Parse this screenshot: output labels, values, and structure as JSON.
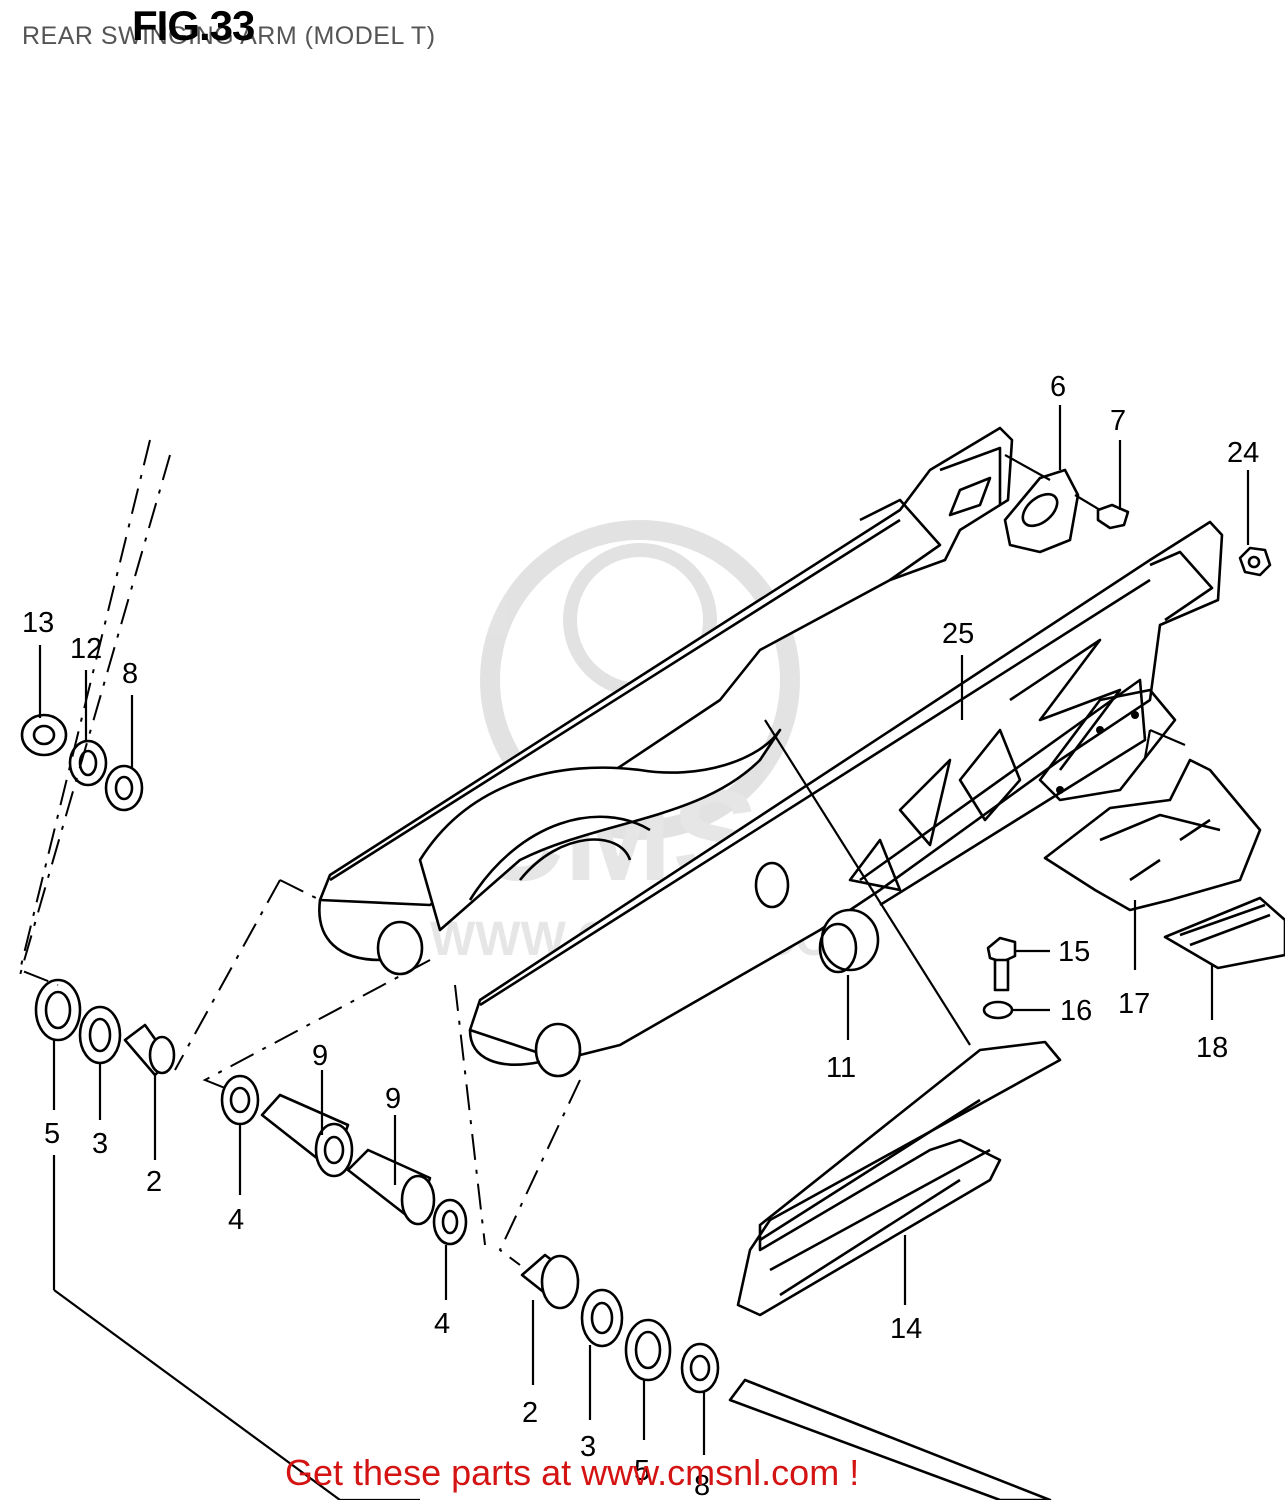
{
  "figure": {
    "number_label": "FIG.33",
    "title": "REAR SWINGING ARM (MODEL T)",
    "watermark_url": "WWW.CMSNL.COM",
    "watermark_logo_text": "CMS"
  },
  "banner": {
    "text": "Get these parts at www.cmsnl.com !",
    "color": "#d41313"
  },
  "callouts": [
    "13",
    "12",
    "8",
    "6",
    "7",
    "24",
    "25",
    "15",
    "16",
    "17",
    "18",
    "11",
    "9",
    "9",
    "5",
    "3",
    "2",
    "4",
    "4",
    "14",
    "2",
    "3",
    "5",
    "8"
  ]
}
